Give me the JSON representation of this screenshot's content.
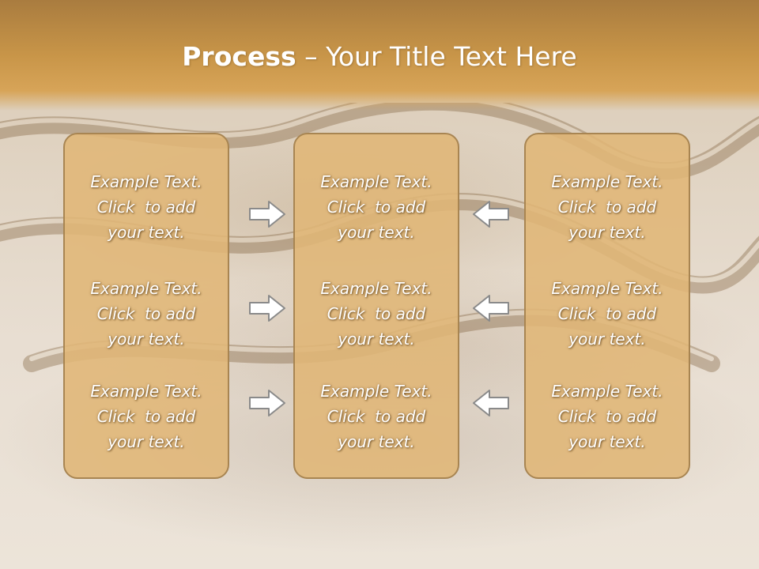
{
  "slide": {
    "title_bold": "Process",
    "title_rest": " – Your Title Text Here"
  },
  "panels": [
    {
      "blocks": [
        {
          "line1": "Example Text.",
          "line2": "Click  to add",
          "line3": "your text."
        },
        {
          "line1": "Example Text.",
          "line2": "Click  to add",
          "line3": "your text."
        },
        {
          "line1": "Example Text.",
          "line2": "Click  to add",
          "line3": "your text."
        }
      ]
    },
    {
      "blocks": [
        {
          "line1": "Example Text.",
          "line2": "Click  to add",
          "line3": "your text."
        },
        {
          "line1": "Example Text.",
          "line2": "Click  to add",
          "line3": "your text."
        },
        {
          "line1": "Example Text.",
          "line2": "Click  to add",
          "line3": "your text."
        }
      ]
    },
    {
      "blocks": [
        {
          "line1": "Example Text.",
          "line2": "Click  to add",
          "line3": "your text."
        },
        {
          "line1": "Example Text.",
          "line2": "Click  to add",
          "line3": "your text."
        },
        {
          "line1": "Example Text.",
          "line2": "Click  to add",
          "line3": "your text."
        }
      ]
    }
  ],
  "arrows": {
    "left_column": "arrow-right-icon",
    "right_column": "arrow-left-icon"
  },
  "colors": {
    "title_band": "#c89548",
    "panel_fill": "#e0b676",
    "panel_border": "#a88552",
    "arrow_fill": "#ffffff",
    "arrow_stroke": "#8a8a8a"
  }
}
